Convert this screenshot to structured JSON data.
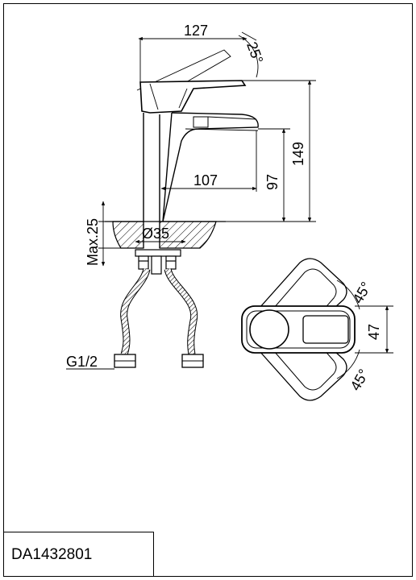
{
  "product_code": "DA1432801",
  "side_view": {
    "overall_length": "127",
    "lever_angle": "25°",
    "total_height": "149",
    "spout_height": "97",
    "spout_reach": "107",
    "mounting_hole": "Ø35",
    "max_counter_thickness": "Max.25",
    "hose_thread": "G1/2"
  },
  "top_view": {
    "angle_upper": "45°",
    "angle_lower": "45°",
    "body_width": "47"
  }
}
